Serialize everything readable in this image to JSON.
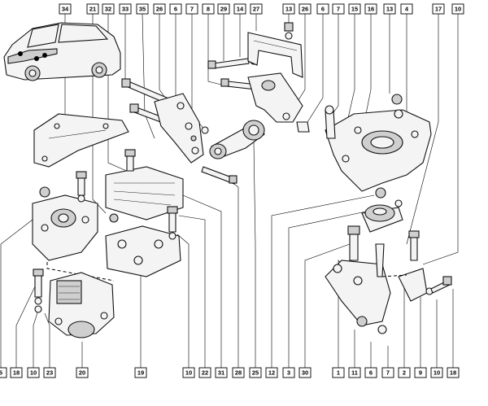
{
  "callouts_top": [
    "34",
    "21",
    "32",
    "33",
    "35",
    "26",
    "6",
    "7",
    "8",
    "29",
    "14",
    "27",
    "13",
    "26",
    "6",
    "7",
    "15",
    "16",
    "13",
    "4",
    "17",
    "10"
  ],
  "callouts_bottom": [
    "5",
    "18",
    "10",
    "23",
    "20",
    "19",
    "10",
    "22",
    "31",
    "28",
    "25",
    "12",
    "3",
    "30",
    "1",
    "11",
    "6",
    "7",
    "2",
    "9",
    "10",
    "18"
  ]
}
